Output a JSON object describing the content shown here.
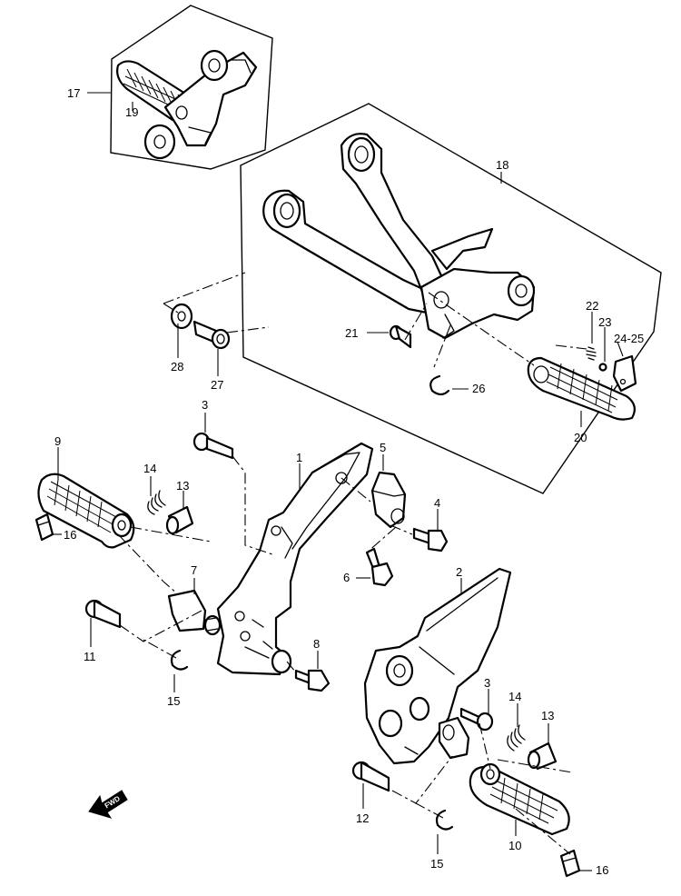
{
  "callouts": {
    "c1": "1",
    "c2": "2",
    "c3a": "3",
    "c3b": "3",
    "c4": "4",
    "c5": "5",
    "c6": "6",
    "c7": "7",
    "c8": "8",
    "c9": "9",
    "c10": "10",
    "c11": "11",
    "c12": "12",
    "c13a": "13",
    "c13b": "13",
    "c14a": "14",
    "c14b": "14",
    "c15a": "15",
    "c15b": "15",
    "c16a": "16",
    "c16b": "16",
    "c17": "17",
    "c18": "18",
    "c19": "19",
    "c20": "20",
    "c21": "21",
    "c22": "22",
    "c23": "23",
    "c2425": "24-25",
    "c26": "26",
    "c27": "27",
    "c28": "28"
  },
  "fwd_arrow": {
    "text": "FWD"
  },
  "icons": {
    "direction": "forward-arrow-icon"
  }
}
